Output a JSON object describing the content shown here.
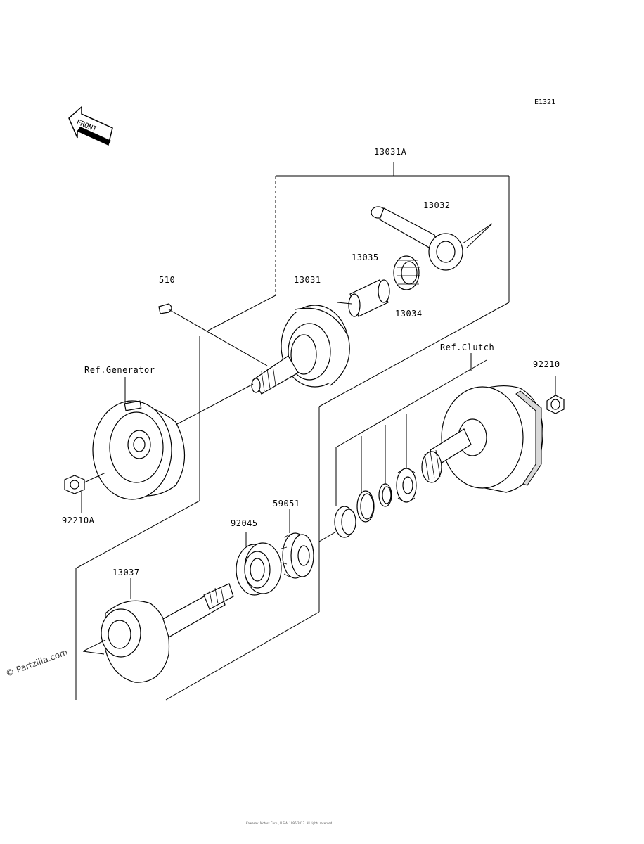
{
  "diagram_code": "E1321",
  "front_arrow": {
    "label": "FRONT"
  },
  "callouts": [
    {
      "id": "c-13031A",
      "text": "13031A"
    },
    {
      "id": "c-13032",
      "text": "13032"
    },
    {
      "id": "c-13035",
      "text": "13035"
    },
    {
      "id": "c-13034",
      "text": "13034"
    },
    {
      "id": "c-13031",
      "text": "13031"
    },
    {
      "id": "c-510",
      "text": "510"
    },
    {
      "id": "c-ref-generator",
      "text": "Ref.Generator"
    },
    {
      "id": "c-ref-clutch",
      "text": "Ref.Clutch"
    },
    {
      "id": "c-92210",
      "text": "92210"
    },
    {
      "id": "c-92210A",
      "text": "92210A"
    },
    {
      "id": "c-59051",
      "text": "59051"
    },
    {
      "id": "c-92045",
      "text": "92045"
    },
    {
      "id": "c-13037",
      "text": "13037"
    }
  ],
  "watermark": "© Partzilla.com",
  "footer_text": "Kawasaki Motors Corp., U.S.A. 1996-2017. All rights reserved."
}
